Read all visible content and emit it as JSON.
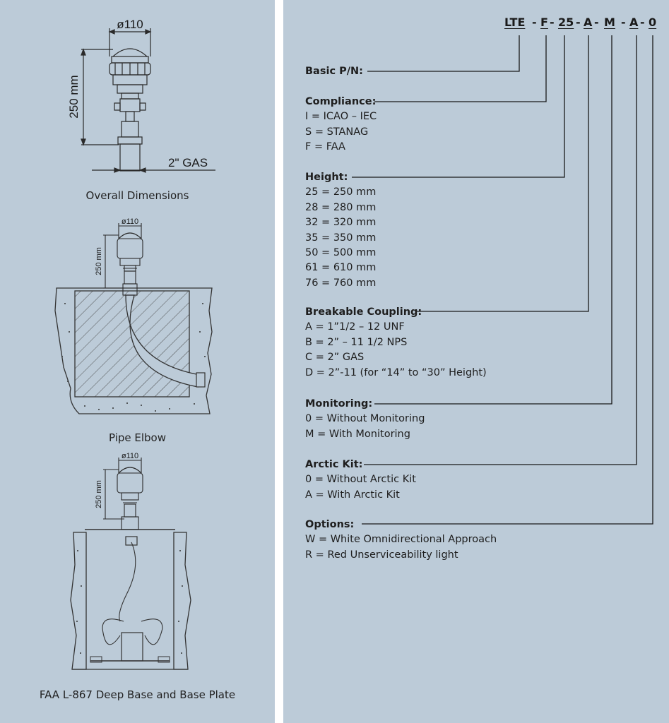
{
  "figures": {
    "overall": {
      "caption": "Overall Dimensions",
      "diameter": "ø110",
      "height": "250 mm",
      "thread": "2\" GAS"
    },
    "pipe_elbow": {
      "caption": "Pipe Elbow",
      "diameter": "ø110",
      "height": "250 mm"
    },
    "deep_base": {
      "caption": "FAA L-867 Deep Base and Base Plate",
      "diameter": "ø110",
      "height": "250 mm"
    }
  },
  "part_number": {
    "segments": [
      "LTE",
      "F",
      "25",
      "A",
      "M",
      "A",
      "0"
    ],
    "separator": "-"
  },
  "sections": [
    {
      "title": "Basic P/N:",
      "items": []
    },
    {
      "title": "Compliance:",
      "items": [
        "I = ICAO – IEC",
        "S = STANAG",
        "F = FAA"
      ]
    },
    {
      "title": "Height:",
      "items": [
        "25 = 250 mm",
        "28 = 280 mm",
        "32 = 320 mm",
        "35 = 350 mm",
        "50 = 500 mm",
        "61 = 610 mm",
        "76 = 760 mm"
      ]
    },
    {
      "title": "Breakable Coupling:",
      "items": [
        "A = 1”1/2 – 12 UNF",
        "B = 2” – 11 1/2 NPS",
        "C = 2” GAS",
        "D = 2”-11 (for “14” to “30” Height)"
      ]
    },
    {
      "title": "Monitoring:",
      "items": [
        "0 = Without Monitoring",
        "M = With Monitoring"
      ]
    },
    {
      "title": "Arctic Kit:",
      "items": [
        "0 = Without Arctic Kit",
        "A = With Arctic Kit"
      ]
    },
    {
      "title": "Options:",
      "items": [
        "W = White Omnidirectional Approach",
        "R = Red Unserviceability light"
      ]
    }
  ],
  "colors": {
    "panel": "#bccbd8",
    "line": "#1a1a1a",
    "background": "#ffffff"
  }
}
